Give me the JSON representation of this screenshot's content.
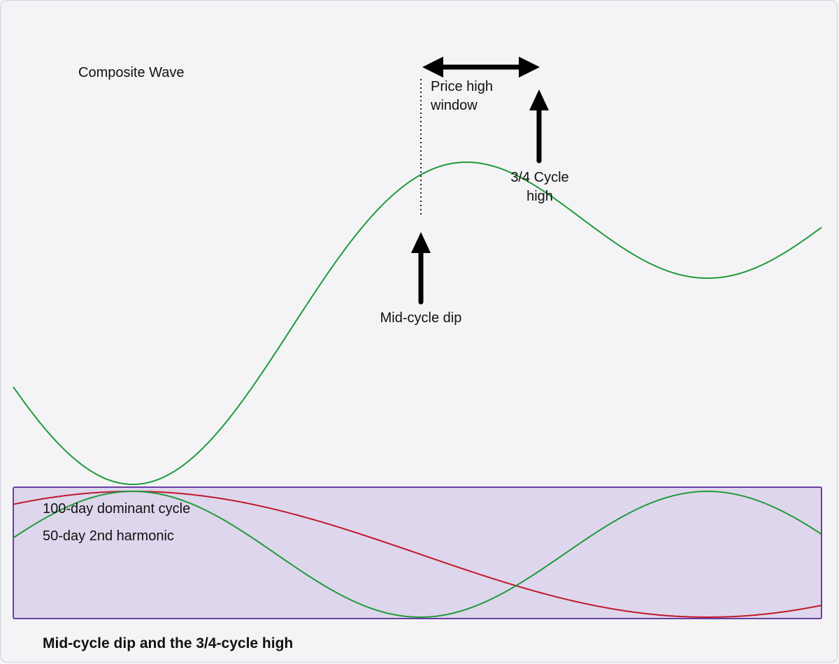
{
  "labels": {
    "composite": "Composite Wave",
    "price_high_window_line1": "Price high",
    "price_high_window_line2": "window",
    "three_quarter_line1": "3/4 Cycle",
    "three_quarter_line2": "high",
    "mid_cycle_dip": "Mid-cycle dip",
    "legend_dominant": "100-day dominant cycle",
    "legend_harmonic": "50-day 2nd harmonic",
    "caption": "Mid-cycle dip and the 3/4-cycle high"
  },
  "colors": {
    "background": "#f4f4f7",
    "composite_wave": "#1f9a3a",
    "dominant_cycle": "#c0182a",
    "harmonic_cycle": "#1f9a3a",
    "panel_fill": "#ded6ec",
    "panel_border": "#6a3fa0",
    "arrow": "#000000"
  },
  "diagram": {
    "dominant_cycle_days": 100,
    "harmonic_cycle_days": 50
  }
}
